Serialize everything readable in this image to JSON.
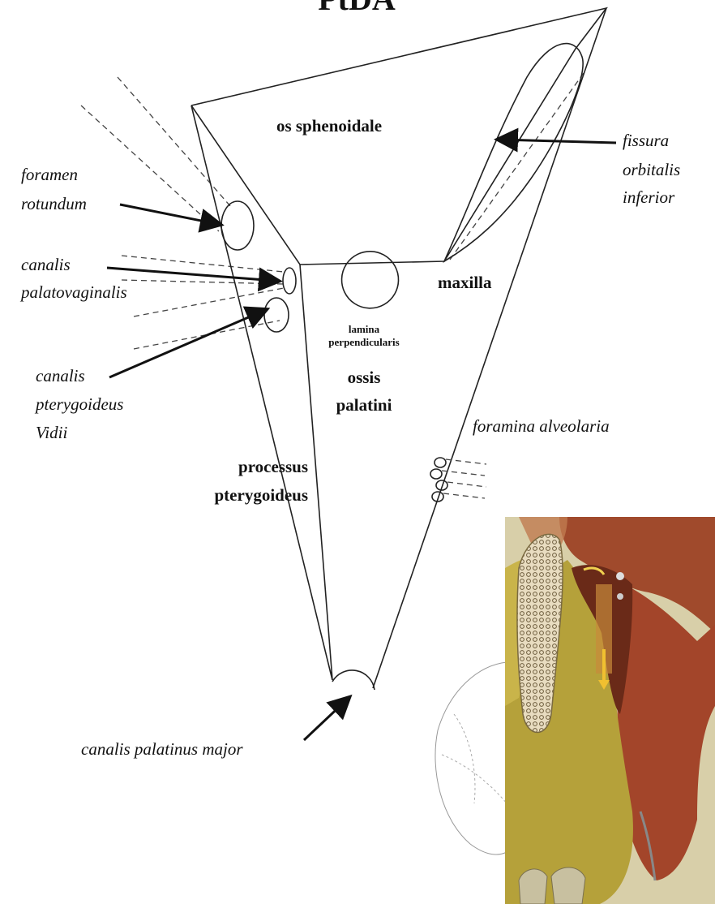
{
  "title": "PtDA",
  "labels": {
    "os_sphenoidale": "os sphenoidale",
    "fissura_1": "fissura",
    "fissura_2": "orbitalis",
    "fissura_3": "inferior",
    "foramen_rotundum_1": "foramen",
    "foramen_rotundum_2": "rotundum",
    "canalis_palatovag_1": "canalis",
    "canalis_palatovag_2": "palatovaginalis",
    "maxilla": "maxilla",
    "lamina_1": "lamina",
    "lamina_2": "perpendicularis",
    "ossis": "ossis",
    "palatini": "palatini",
    "canalis_ptery_1": "canalis",
    "canalis_ptery_2": "pterygoideus",
    "canalis_ptery_3": "Vidii",
    "foramina_alveolaria": "foramina alveolaria",
    "processus": "processus",
    "pterygoideus": "pterygoideus",
    "canalis_palatinus_major": "canalis palatinus major"
  },
  "colors": {
    "line": "#222222",
    "painting_bone": "#b8a338",
    "painting_muscle": "#a8472a",
    "painting_bg": "#d9cfa8"
  }
}
